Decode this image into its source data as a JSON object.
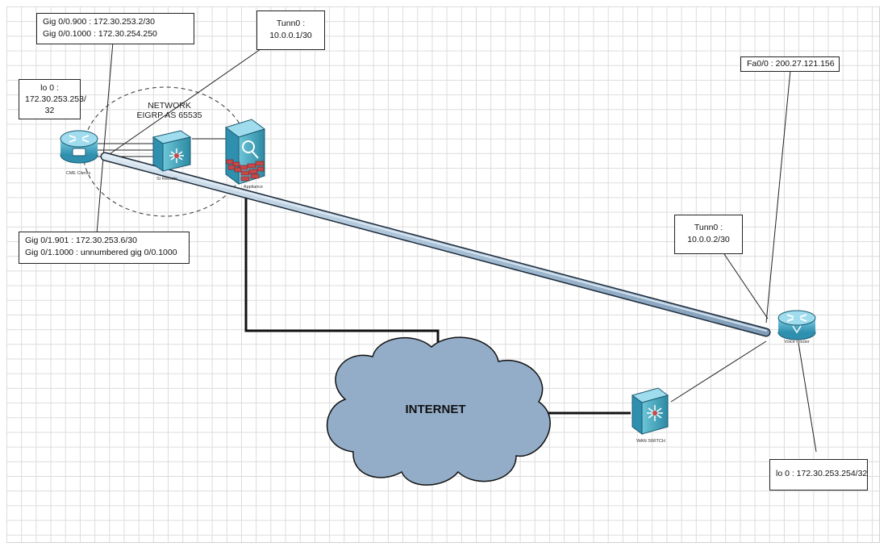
{
  "labels": {
    "gig_top": [
      "Gig 0/0.900 : 172.30.253.2/30",
      "Gig 0/0.1000 : 172.30.254.250"
    ],
    "lo_left": [
      "lo 0 :",
      "172.30.253.253/",
      "32"
    ],
    "tunn_left": [
      "Tunn0 :",
      "10.0.0.1/30"
    ],
    "fa_right": [
      "Fa0/0 : 200.27.121.156"
    ],
    "tunn_right": [
      "Tunn0 :",
      "10.0.0.2/30"
    ],
    "gig_bottom": [
      "Gig 0/1.901 : 172.30.253.6/30",
      "Gig 0/1.1000 : unnumbered gig 0/0.1000"
    ],
    "lo_right": [
      "lo 0 : 172.30.253.254/32"
    ]
  },
  "network_label": [
    "NETWORK",
    "EIGRP AS 65535"
  ],
  "internet_label": "INTERNET",
  "devices": {
    "cme": "CME Clients",
    "l3switch": "SI Remote",
    "appliance": "Appliance",
    "voice_router": "Voice Router",
    "wan_switch": "WAN SWITCH"
  },
  "colors": {
    "router": "#4aa9c6",
    "cloud": "#93adc8",
    "tunnel": "#b7cde0",
    "switch": "#4fb3c8",
    "firewall_brick": "#c7484a"
  }
}
